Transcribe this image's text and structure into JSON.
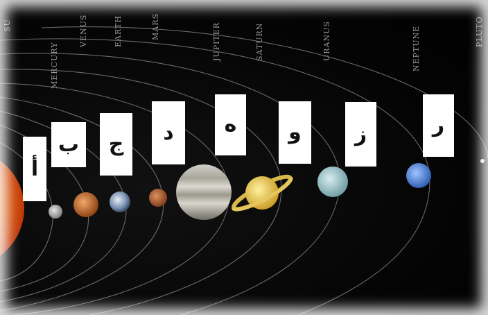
{
  "planet_labels": {
    "sun": "SU",
    "mercury": "MERCURY",
    "venus": "VENUS",
    "earth": "EARTH",
    "mars": "MARS",
    "jupiter": "JUPITER",
    "saturn": "SATURN",
    "uranus": "URANUS",
    "neptune": "NEPTUNE",
    "pluto": "PLUTO"
  },
  "answer_cards": {
    "a": "أ",
    "b": "ب",
    "c": "ج",
    "d": "د",
    "e": "ه",
    "f": "و",
    "g": "ز",
    "h": "ر"
  },
  "colors": {
    "background": "#000000",
    "sun": "#f06a0a",
    "orbit": "#8a8a8a",
    "label_text": "#9a9a9a",
    "card": "#ffffff",
    "card_text": "#111111"
  }
}
